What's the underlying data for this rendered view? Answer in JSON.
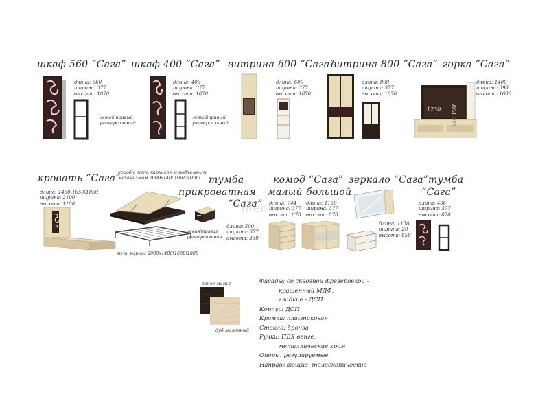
{
  "titles": {
    "wardrobe560": "шкаф 560 “Сага”",
    "wardrobe400": "шкаф 400 “Сага”",
    "showcase600": "витрина 600 “Сага”",
    "showcase800": "витрина 800 “Сага”",
    "wall": "горка “Сага”",
    "bed": "кровать “Сага”",
    "nightstand_line1": "тумба",
    "nightstand_line2": "прикроватная",
    "nightstand_line3": "“Сага”",
    "chest_line1": "комод “Сага”",
    "chest_small": "малый",
    "chest_big": "большой",
    "mirror": "зеркало “Сага”",
    "cabinet_line1": "тумба",
    "cabinet_line2": "“Сага”"
  },
  "specs": {
    "wardrobe560": [
      "длина: 560",
      "ширина: 377",
      "высота: 1870"
    ],
    "wardrobe400": [
      "длина: 406",
      "ширина: 377",
      "высота: 1870"
    ],
    "showcase600": [
      "длина: 600",
      "ширина: 377",
      "высота: 1870"
    ],
    "showcase800": [
      "длина: 800",
      "ширина: 377",
      "высота: 1870"
    ],
    "wall": [
      "длина: 1400",
      "ширина: 390",
      "высота: 1600"
    ],
    "bed": [
      "длина: 1450\\1650\\1850",
      "ширина: 2100",
      "высота: 1100"
    ],
    "nightstand": [
      "длина: 500",
      "ширина: 377",
      "высота: 330"
    ],
    "chest_small": [
      "длина: 744",
      "ширина: 377",
      "высота: 870"
    ],
    "chest_big": [
      "длина: 1150",
      "ширина: 377",
      "высота: 870"
    ],
    "mirror": [
      "длина: 1150",
      "ширина: 20",
      "высота: 850"
    ],
    "cabinet": [
      "длина: 406",
      "ширина: 377",
      "высота: 870"
    ]
  },
  "notes": {
    "wardrobe560": [
      "левый\\правый",
      "универсальный"
    ],
    "wardrobe400": [
      "левый\\правый",
      "универсальный"
    ],
    "nightstand": [
      "левая\\правая",
      "универсальная"
    ],
    "bed_box": [
      "короб с мет. каркасом и подъемным",
      "механизмом 2000х1400\\1600\\1800"
    ],
    "bed_frame": "мет. каркас 2000х1400\\1600\\1800"
  },
  "wall_dims": {
    "w": "1230",
    "h": "864",
    "d": "550"
  },
  "swatches": {
    "dark_label": "венге магия",
    "light_label": "дуб молочный",
    "dark_color": "#2b1f1a",
    "light_color": "#e6d4b8"
  },
  "materials": [
    "Фасады: со сквозной фрезеровкой -",
    "крашенный МДФ,",
    "гладкие - ДСП",
    "Корпус: ДСП",
    "Кромка: пластиковая",
    "Стекло: бронза",
    "Ручки: ПВХ венге,",
    "металлические хром",
    "Опоры: регулируемые",
    "Направляющие: телескопические"
  ],
  "watermark": "mebel"
}
